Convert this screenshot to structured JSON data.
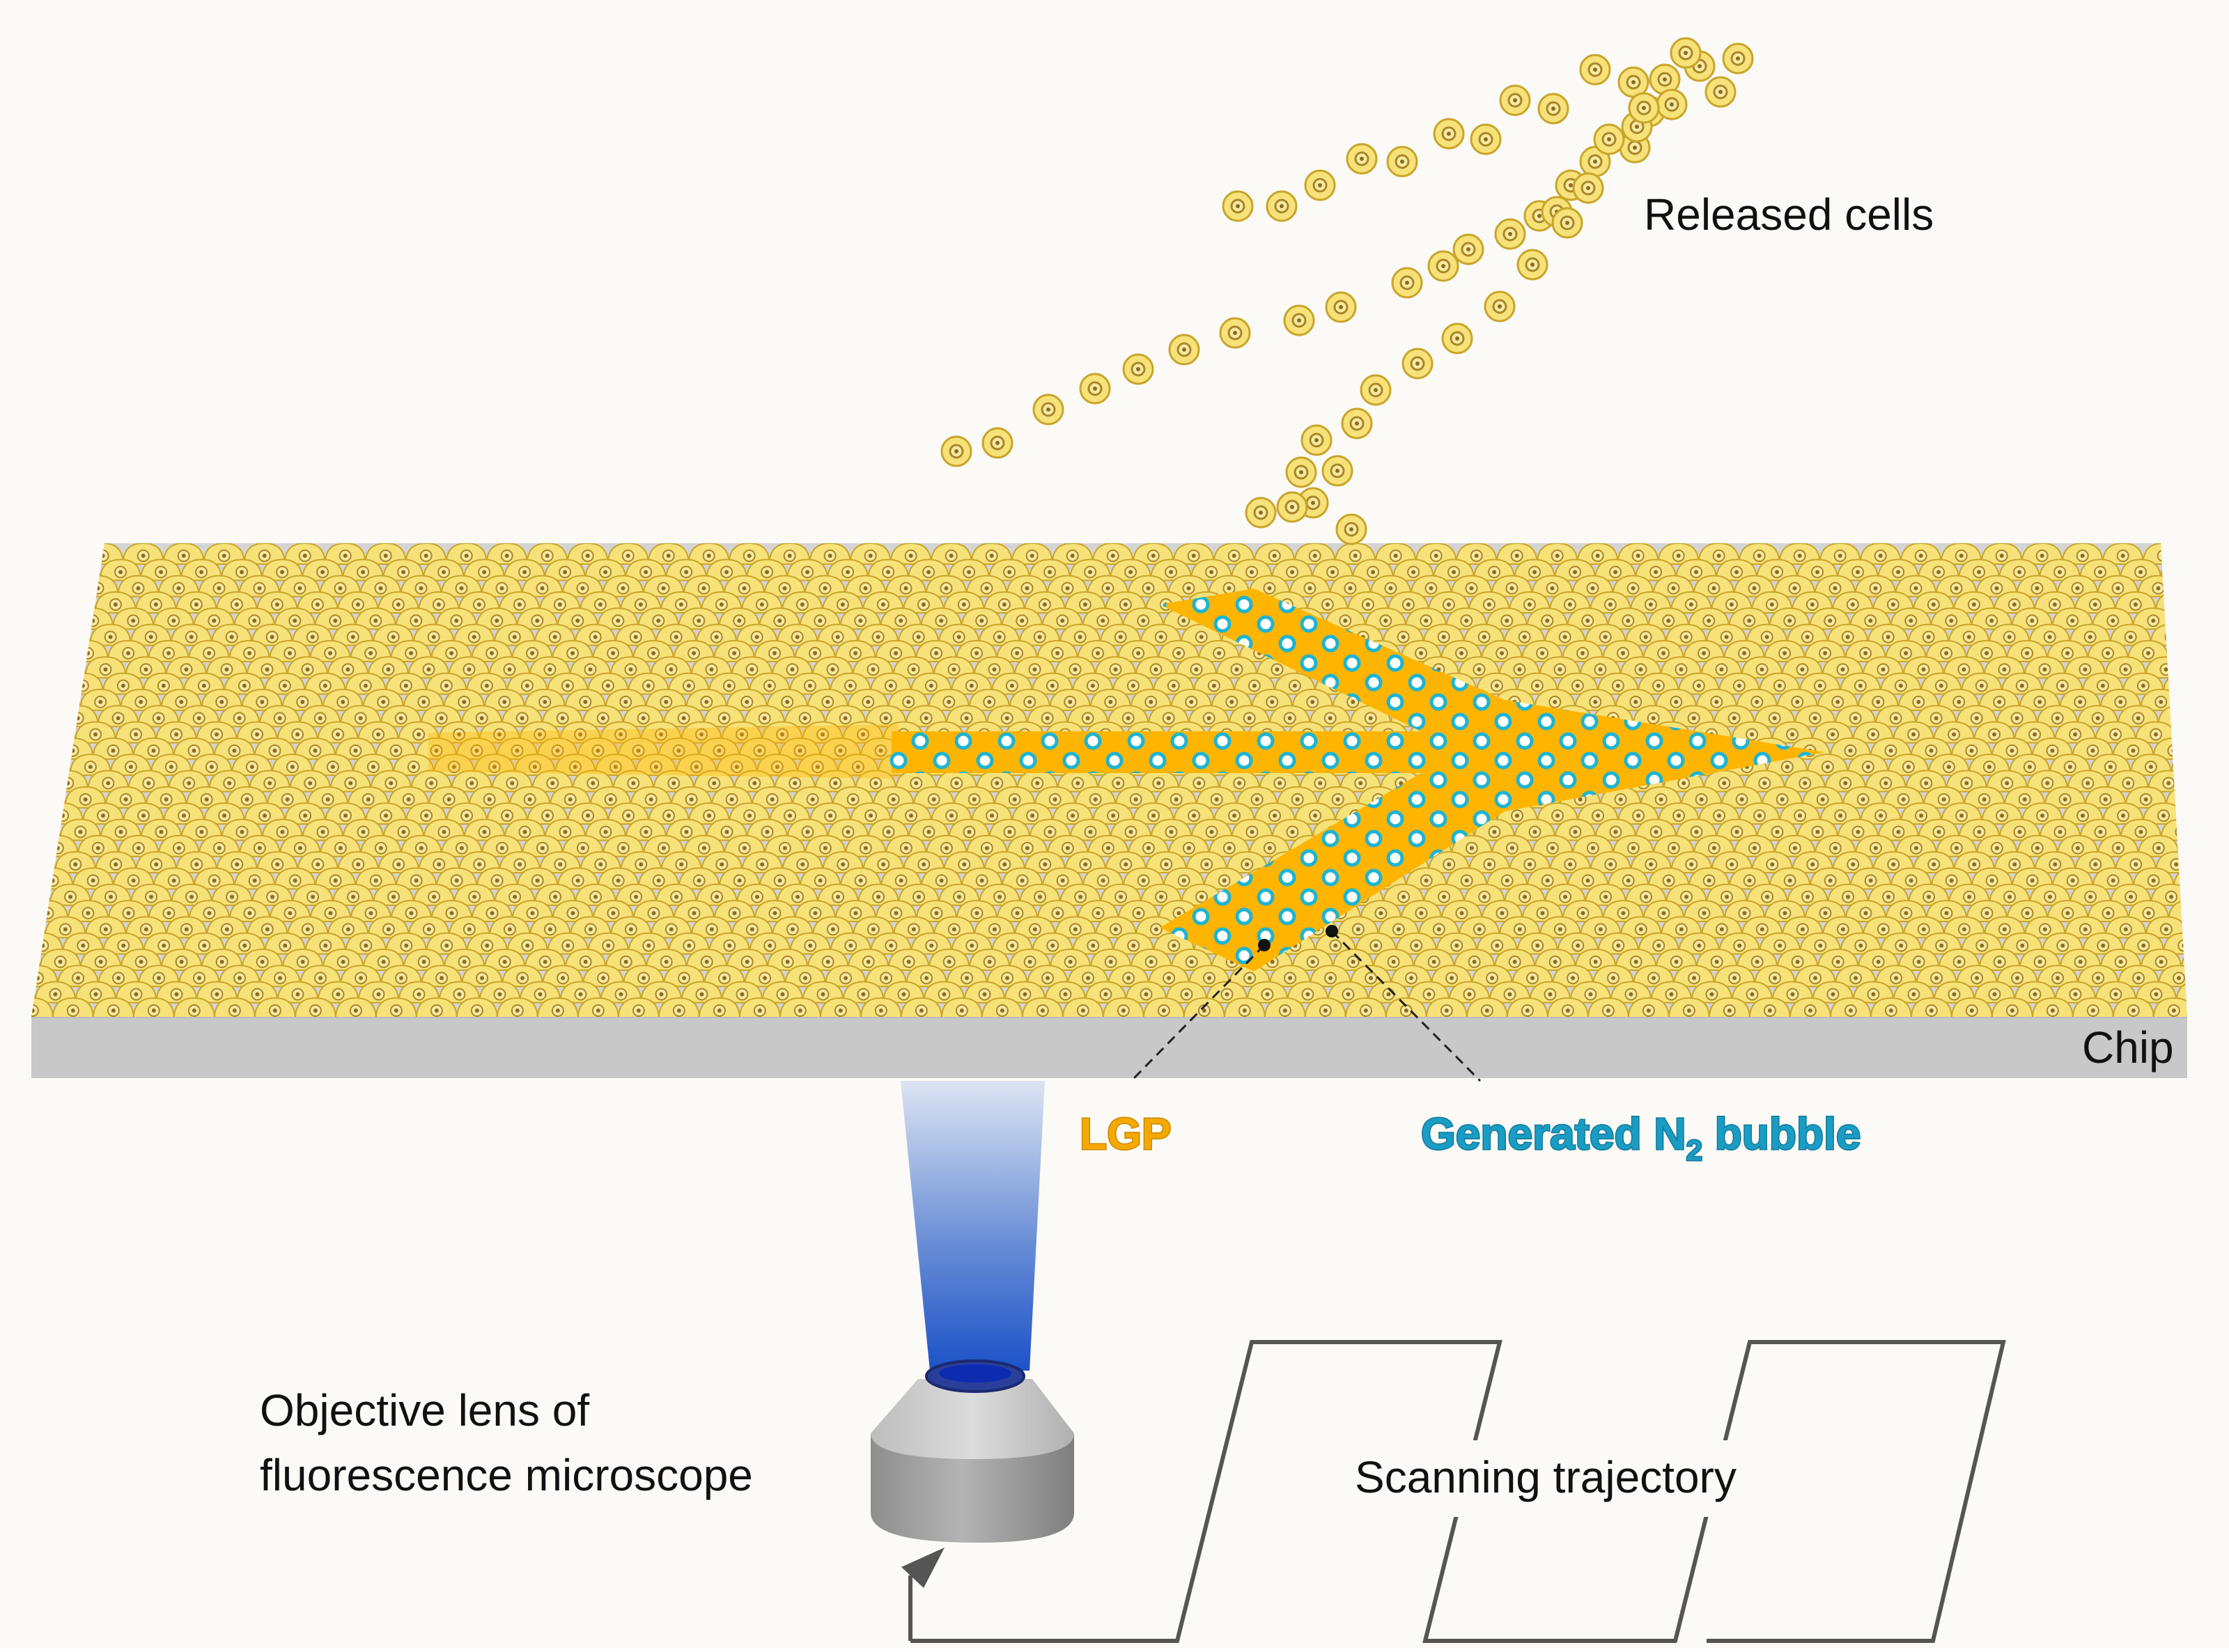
{
  "labels": {
    "released_cells": "Released cells",
    "chip": "Chip",
    "lgp": "LGP",
    "bubble_prefix": "Generated N",
    "bubble_subscript": "2",
    "bubble_suffix": " bubble",
    "objective_line1": "Objective lens of",
    "objective_line2": "fluorescence microscope",
    "scanning": "Scanning trajectory"
  },
  "colors": {
    "background": "#fbfaf7",
    "chip_top": "#d4d4d4",
    "chip_side": "#c8c8c8",
    "cell_fill": "#f7e27a",
    "cell_stroke": "#c9a52a",
    "lgp": "#ffb400",
    "bubble_fill": "#ffffff",
    "bubble_stroke": "#1eb4d2",
    "lgp_text": "#f5a800",
    "bubble_text": "#1a9cc4",
    "beam_top": "#c8d4ea",
    "beam_bottom": "#1c52c8",
    "lens_body": "#9a9a9a",
    "trajectory": "#555555"
  },
  "icons": {
    "leader_lines": "dashed-pointer",
    "trajectory_arrow": "arrow-head-icon"
  }
}
